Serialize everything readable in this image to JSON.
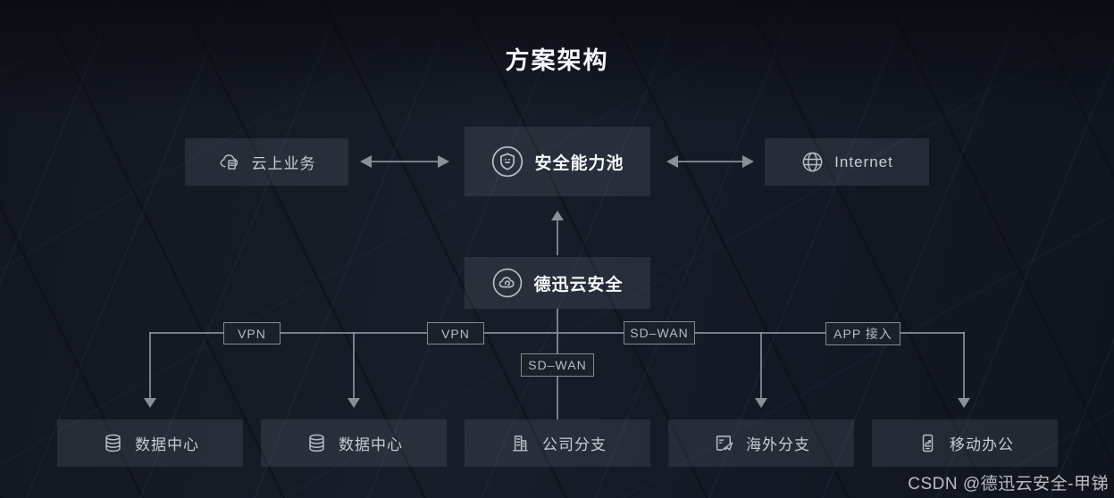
{
  "title": "方案架构",
  "nodes": {
    "top": [
      {
        "label": "云上业务",
        "icon": "cloud-document-icon"
      },
      {
        "label": "安全能力池",
        "icon": "shield-icon"
      },
      {
        "label": "Internet",
        "icon": "globe-icon"
      }
    ],
    "center": {
      "label": "德迅云安全",
      "icon": "cloud-icon"
    },
    "bottom": [
      {
        "label": "数据中心",
        "icon": "database-icon"
      },
      {
        "label": "数据中心",
        "icon": "database-icon"
      },
      {
        "label": "公司分支",
        "icon": "office-building-icon"
      },
      {
        "label": "海外分支",
        "icon": "overseas-plane-icon"
      },
      {
        "label": "移动办公",
        "icon": "mobile-phone-icon"
      }
    ]
  },
  "edge_labels": {
    "vpn_left": "VPN",
    "vpn_mid": "VPN",
    "sdwan_center": "SD–WAN",
    "sdwan_right": "SD–WAN",
    "app_access": "APP 接入"
  },
  "connections": [
    {
      "from": "云上业务",
      "to": "安全能力池",
      "style": "double-arrow"
    },
    {
      "from": "安全能力池",
      "to": "Internet",
      "style": "double-arrow"
    },
    {
      "from": "德迅云安全",
      "to": "安全能力池",
      "style": "arrow-up"
    },
    {
      "from": "德迅云安全",
      "to": "数据中心",
      "label": "VPN"
    },
    {
      "from": "德迅云安全",
      "to": "数据中心",
      "label": "VPN"
    },
    {
      "from": "德迅云安全",
      "to": "公司分支",
      "label": "SD–WAN"
    },
    {
      "from": "德迅云安全",
      "to": "海外分支",
      "label": "SD–WAN"
    },
    {
      "from": "德迅云安全",
      "to": "移动办公",
      "label": "APP 接入"
    }
  ],
  "watermark": "CSDN @德迅云安全-甲锑",
  "colors": {
    "background": "#151a24",
    "node_background": "rgba(202,214,232,0.10)",
    "line": "#8a9099",
    "node_text": "#c7ccd5",
    "major_text": "#f5f7fa",
    "chip_border": "#848a95"
  }
}
